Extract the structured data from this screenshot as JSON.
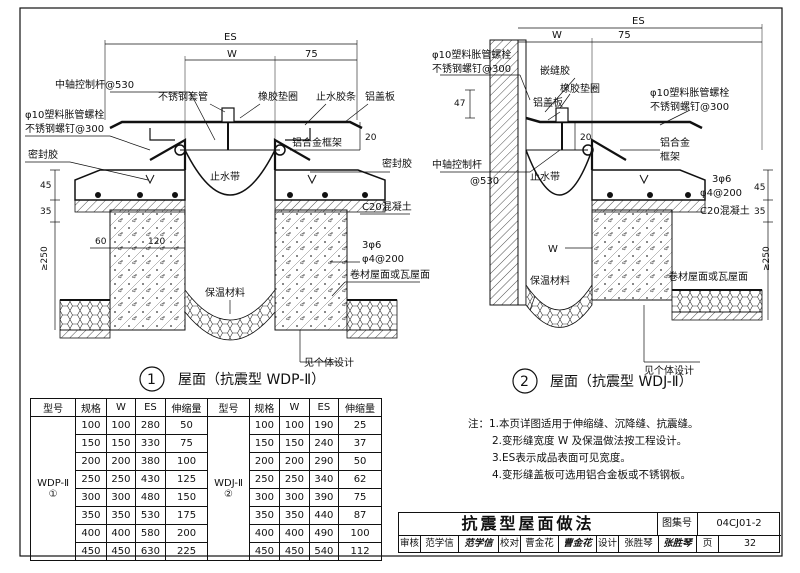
{
  "detail1": {
    "dim_es": "ES",
    "dim_w": "W",
    "dim_75": "75",
    "labels": {
      "control_rod": "中轴控制杆@530",
      "ss_sleeve": "不锈钢套管",
      "rubber_washer": "橡胶垫圈",
      "water_strip": "止水胶条",
      "al_cover": "铝盖板",
      "bolt": "φ10塑料胀管螺栓",
      "screw": "不锈钢螺钉@300",
      "sealant_left": "密封胶",
      "frame": "铝合金框架",
      "sealant_right": "密封胶",
      "waterstop": "止水带",
      "concrete": "C20混凝土",
      "rebar1": "3φ6",
      "rebar2": "φ4@200",
      "roof": "卷材屋面或瓦屋面",
      "insulation": "保温材料",
      "body": "见个体设计"
    },
    "dims": {
      "d20": "20",
      "d45": "45",
      "d35": "35",
      "d60": "60",
      "d120": "120",
      "d250": "≥250"
    },
    "num": "1",
    "caption": "屋面（抗震型 WDP-Ⅱ）"
  },
  "detail2": {
    "dim_es": "ES",
    "dim_w": "W",
    "dim_75": "75",
    "labels": {
      "bolt_left": "φ10塑料胀管螺栓",
      "screw_left": "不锈钢螺钉@300",
      "caulk": "嵌缝胶",
      "rubber_washer": "橡胶垫圈",
      "al_cover": "铝盖板",
      "bolt_right": "φ10塑料胀管螺栓",
      "screw_right": "不锈钢螺钉@300",
      "control_rod": "中轴控制杆",
      "control_rod_spacing": "@530",
      "waterstop": "止水带",
      "frame1": "铝合金",
      "frame2": "框架",
      "rebar1": "3φ6",
      "rebar2": "φ4@200",
      "concrete": "C20混凝土",
      "roof": "卷材屋面或瓦屋面",
      "insulation": "保温材料",
      "body": "见个体设计"
    },
    "dims": {
      "d47": "47",
      "d20": "20",
      "d45": "45",
      "d35": "35",
      "d250": "≥250"
    },
    "num": "2",
    "caption": "屋面（抗震型 WDJ-Ⅱ）"
  },
  "table": {
    "headers": [
      "型号",
      "规格",
      "W",
      "ES",
      "伸缩量",
      "型号",
      "规格",
      "W",
      "ES",
      "伸缩量"
    ],
    "left_model": "WDP-Ⅱ",
    "left_mark": "①",
    "right_model": "WDJ-Ⅱ",
    "right_mark": "②",
    "left_rows": [
      [
        "100",
        "100",
        "280",
        "50"
      ],
      [
        "150",
        "150",
        "330",
        "75"
      ],
      [
        "200",
        "200",
        "380",
        "100"
      ],
      [
        "250",
        "250",
        "430",
        "125"
      ],
      [
        "300",
        "300",
        "480",
        "150"
      ],
      [
        "350",
        "350",
        "530",
        "175"
      ],
      [
        "400",
        "400",
        "580",
        "200"
      ],
      [
        "450",
        "450",
        "630",
        "225"
      ]
    ],
    "right_rows": [
      [
        "100",
        "100",
        "190",
        "25"
      ],
      [
        "150",
        "150",
        "240",
        "37"
      ],
      [
        "200",
        "200",
        "290",
        "50"
      ],
      [
        "250",
        "250",
        "340",
        "62"
      ],
      [
        "300",
        "300",
        "390",
        "75"
      ],
      [
        "350",
        "350",
        "440",
        "87"
      ],
      [
        "400",
        "400",
        "490",
        "100"
      ],
      [
        "450",
        "450",
        "540",
        "112"
      ]
    ]
  },
  "notes": [
    "注：1.本页详图适用于伸缩缝、沉降缝、抗震缝。",
    "2.变形缝宽度 W 及保温做法按工程设计。",
    "3.ES表示成品表面可见宽度。",
    "4.变形缝盖板可选用铝合金板或不锈钢板。"
  ],
  "titleblock": {
    "title": "抗震型屋面做法",
    "atlas_label": "图集号",
    "atlas_no": "04CJ01-2",
    "review_label": "审核",
    "reviewer": "范学信",
    "reviewer_sig": "范学信",
    "check_label": "校对",
    "checker": "曹金花",
    "checker_sig": "曹金花",
    "design_label": "设计",
    "designer": "张胜琴",
    "designer_sig": "张胜琴",
    "page_label": "页",
    "page_no": "32"
  }
}
